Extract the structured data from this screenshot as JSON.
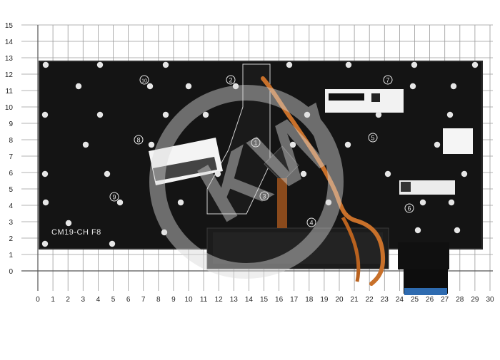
{
  "photo": {
    "subject": "laptop keyboard rear side",
    "model_label": "CM19-CH  F8",
    "watermark_text": "KW"
  },
  "ruler": {
    "x_labels": [
      "0",
      "1",
      "2",
      "3",
      "4",
      "5",
      "6",
      "7",
      "8",
      "9",
      "10",
      "11",
      "12",
      "13",
      "14",
      "15",
      "16",
      "17",
      "18",
      "19",
      "20",
      "21",
      "22",
      "23",
      "24",
      "25",
      "26",
      "27",
      "28",
      "29",
      "30"
    ],
    "y_labels": [
      "0",
      "1",
      "2",
      "3",
      "4",
      "5",
      "6",
      "7",
      "8",
      "9",
      "10",
      "11",
      "12",
      "13",
      "14",
      "15"
    ]
  },
  "callouts": [
    "1",
    "2",
    "3",
    "4",
    "5",
    "6",
    "7",
    "8",
    "9",
    "10"
  ],
  "colors": {
    "board": "#141414",
    "board_edge": "#2a2a2a",
    "screw": "#e6e6e6",
    "copper": "#c8702a",
    "grid": "#9a9a9a",
    "watermark": "#d9d9d9"
  }
}
